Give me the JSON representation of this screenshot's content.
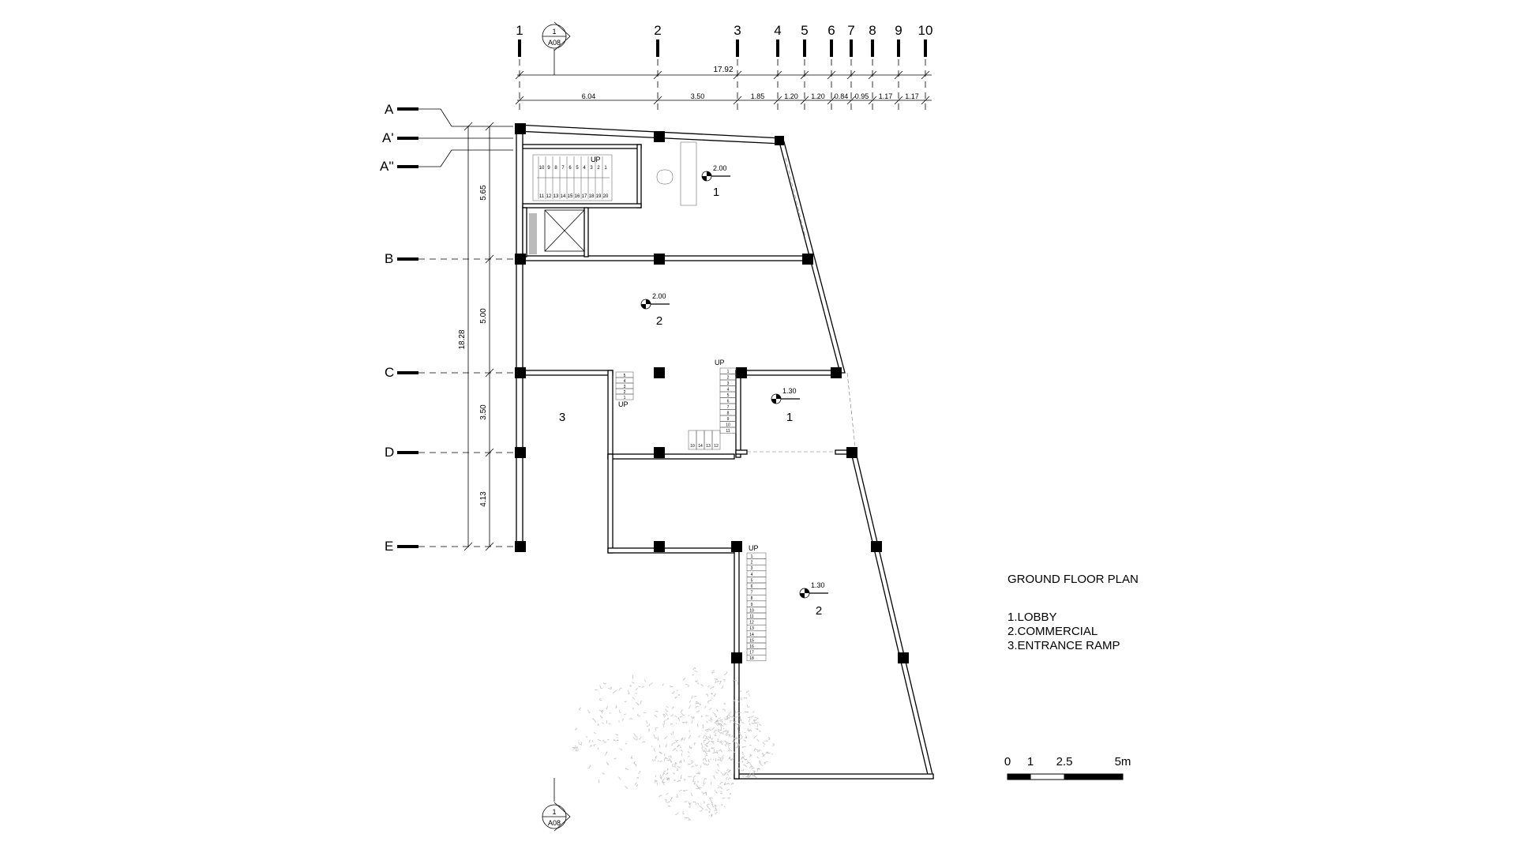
{
  "grid_top": [
    {
      "id": "1",
      "name": "grid-top-1"
    },
    {
      "id": "2",
      "name": "grid-top-2"
    },
    {
      "id": "3",
      "name": "grid-top-3"
    },
    {
      "id": "4",
      "name": "grid-top-4"
    },
    {
      "id": "5",
      "name": "grid-top-5"
    },
    {
      "id": "6",
      "name": "grid-top-6"
    },
    {
      "id": "7",
      "name": "grid-top-7"
    },
    {
      "id": "8",
      "name": "grid-top-8"
    },
    {
      "id": "9",
      "name": "grid-top-9"
    },
    {
      "id": "10",
      "name": "grid-top-10"
    }
  ],
  "grid_left": [
    "A",
    "A'",
    "A''",
    "B",
    "C",
    "D",
    "E"
  ],
  "dims_top": {
    "overall": "17.92",
    "segments": [
      "6.04",
      "3.50",
      "1.85",
      "1.20",
      "1.20",
      "0.84",
      "0.95",
      "1.17",
      "1.17"
    ]
  },
  "dims_left": {
    "overall": "18.28",
    "segments": [
      "5.65",
      "5.00",
      "3.50",
      "4.13"
    ]
  },
  "section_marker": {
    "number": "1",
    "sheet": "A08"
  },
  "levels": {
    "lobby_top": "2.00",
    "commercial_top": "2.00",
    "lobby_mid": "1.30",
    "commercial_bottom": "1.30"
  },
  "rooms": {
    "lobby_top": "1",
    "commercial_top": "2",
    "ramp": "3",
    "lobby_mid": "1",
    "commercial_bottom": "2"
  },
  "stair_labels": {
    "up": "UP",
    "main_upper_row": [
      "10",
      "9",
      "8",
      "7",
      "6",
      "5",
      "4",
      "3",
      "2",
      "1"
    ],
    "main_lower_row": [
      "11",
      "12",
      "13",
      "14",
      "15",
      "16",
      "17",
      "18",
      "19",
      "20"
    ],
    "small_stair": [
      "5",
      "4",
      "3",
      "2",
      "1"
    ],
    "mid_stair": [
      "1",
      "2",
      "3",
      "4",
      "5",
      "6",
      "7",
      "8",
      "9",
      "10",
      "11"
    ],
    "mid_stair_bottom": [
      "10",
      "14",
      "13",
      "12"
    ],
    "lower_stair": [
      "1",
      "2",
      "3",
      "4",
      "5",
      "6",
      "7",
      "8",
      "9",
      "10",
      "11",
      "12",
      "13",
      "14",
      "15",
      "16",
      "17",
      "18"
    ]
  },
  "legend": {
    "title": "GROUND FLOOR PLAN",
    "items": [
      "1.LOBBY",
      "2.COMMERCIAL",
      "3.ENTRANCE RAMP"
    ]
  },
  "scale_bar": {
    "labels": [
      "0",
      "1",
      "2.5",
      "5m"
    ]
  }
}
